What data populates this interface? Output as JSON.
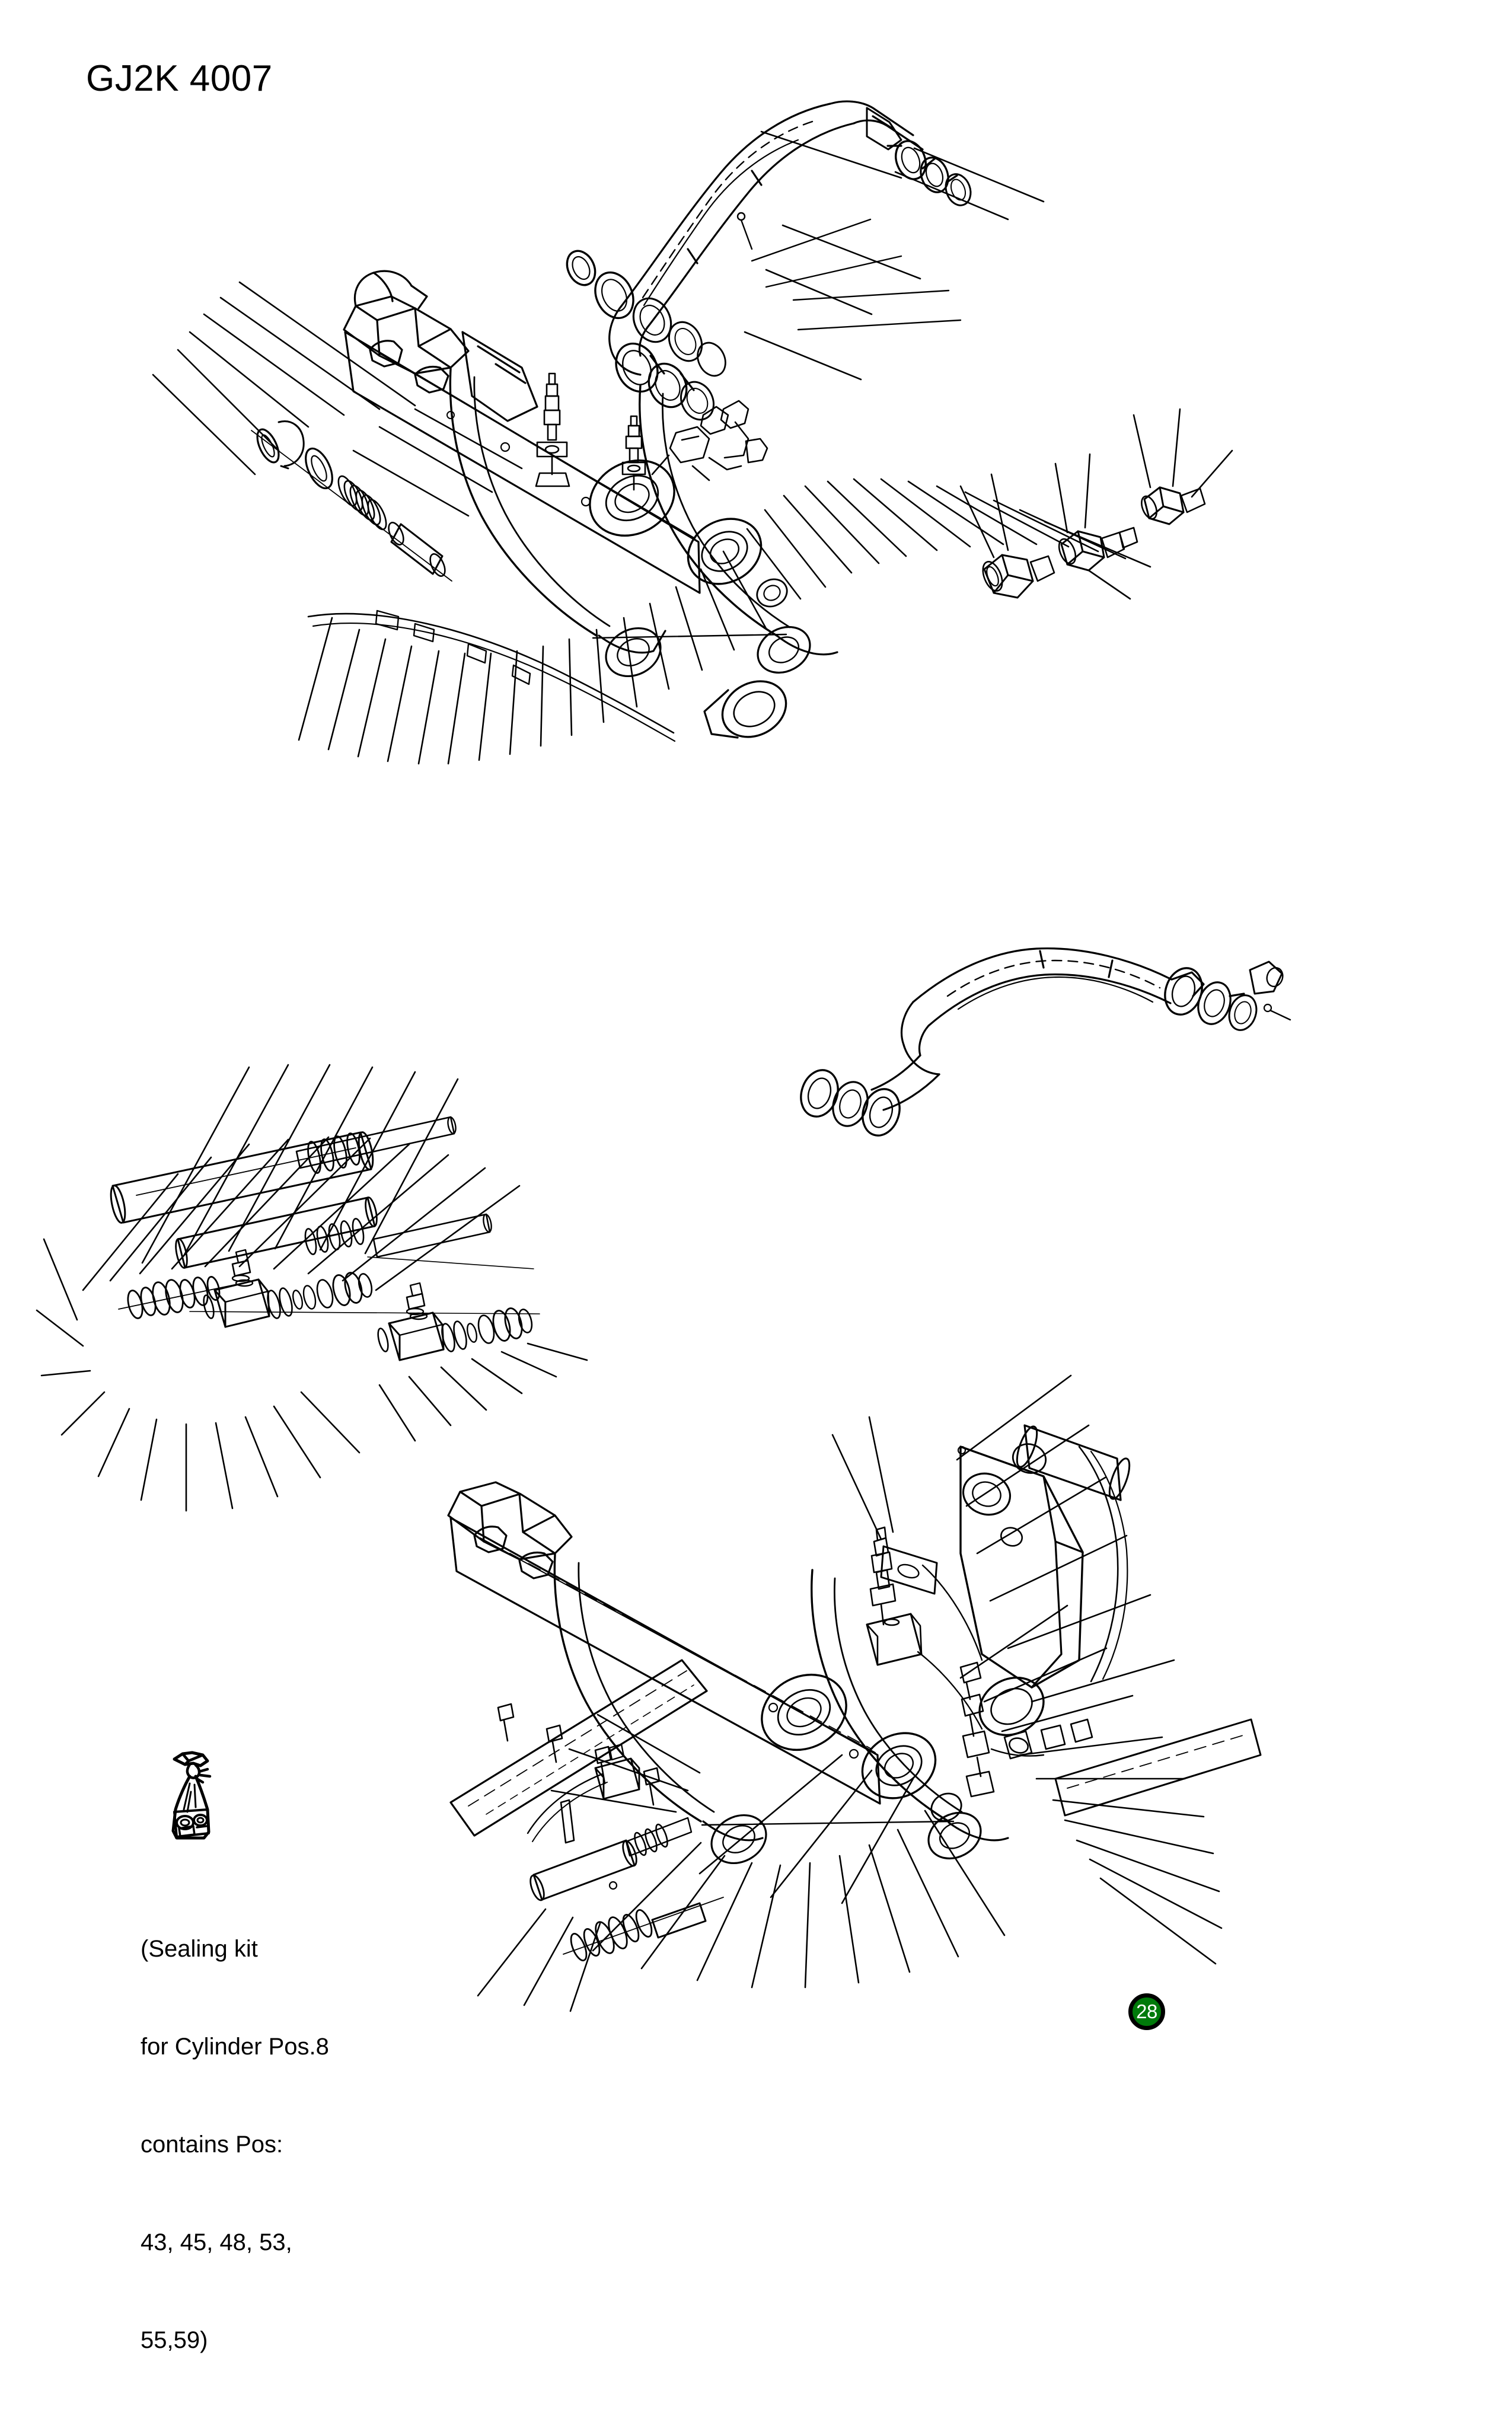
{
  "sheet": {
    "title": "GJ2K 4007",
    "page_number": "28",
    "background_color": "#ffffff",
    "line_color": "#000000",
    "badge_fill_color": "#007a0a",
    "badge_ring_color": "#000000",
    "badge_text_color": "#ffffff"
  },
  "note": {
    "icon": "sealing-kit-bag-icon",
    "lines": [
      "(Sealing kit",
      "for Cylinder Pos.8",
      "contains Pos:",
      "43, 45, 48, 53,",
      "55,59)"
    ],
    "line1": "(Sealing kit",
    "line2": "for Cylinder Pos.8",
    "line3": "contains Pos:",
    "line4": "43, 45, 48, 53,",
    "line5": "55,59)"
  },
  "drawing": {
    "type": "exploded-parts-line-drawing",
    "style": "black line art on white, no fills",
    "views": [
      {
        "id": "upper-main-assembly",
        "label": "upper quick-coupler / grapple frame assembly",
        "region": [
          140,
          250,
          1300,
          900
        ]
      },
      {
        "id": "upper-boom-arm",
        "label": "upper curved boom arm with bushings",
        "region": [
          880,
          130,
          820,
          500
        ]
      },
      {
        "id": "right-fitting-inset",
        "label": "hydraulic fitting detail inset (top right)",
        "region": [
          1510,
          620,
          680,
          480
        ]
      },
      {
        "id": "lower-left-cylinder-detail",
        "label": "exploded hydraulic cylinder, valve block and seal kit detail",
        "region": [
          130,
          1790,
          900,
          620
        ]
      },
      {
        "id": "lower-boom-arm",
        "label": "lower curved boom arm with bushings",
        "region": [
          1360,
          1560,
          800,
          420
        ]
      },
      {
        "id": "lower-right-assembly",
        "label": "lower quick-coupler / grapple frame assembly with hydraulic routing",
        "region": [
          760,
          1880,
          1400,
          1400
        ]
      }
    ]
  }
}
